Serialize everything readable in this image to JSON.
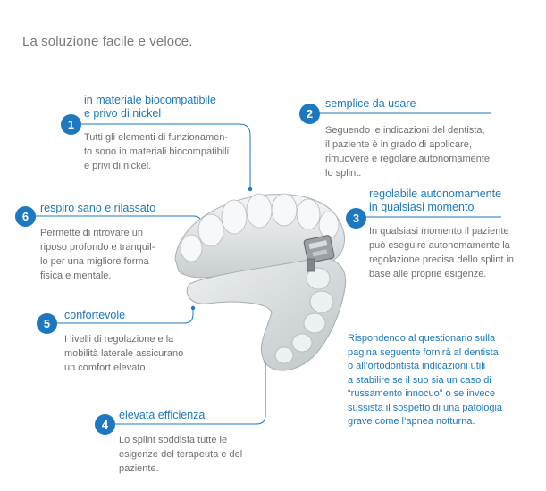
{
  "title": "La soluzione facile e veloce.",
  "accent_color": "#1d78bf",
  "features": [
    {
      "number": "1",
      "heading_lines": [
        "in materiale biocompatibile",
        "e privo di nickel"
      ],
      "description_lines": [
        "Tutti gli elementi di funzionamen-",
        "to sono in materiali biocompatibili",
        "e privi di nickel."
      ]
    },
    {
      "number": "2",
      "heading_lines": [
        "semplice da usare"
      ],
      "description_lines": [
        "Seguendo le indicazioni del dentista,",
        "il paziente è in grado di applicare,",
        "rimuovere e regolare autonomamente",
        "lo splint."
      ]
    },
    {
      "number": "3",
      "heading_lines": [
        "regolabile autonomamente",
        "in qualsiasi momento"
      ],
      "description_lines": [
        "In qualsiasi momento il paziente",
        "può eseguire autonomamente la",
        "regolazione precisa dello splint in",
        "base alle proprie esigenze."
      ]
    },
    {
      "number": "4",
      "heading_lines": [
        "elevata efficienza"
      ],
      "description_lines": [
        "Lo splint soddisfa tutte le",
        "esigenze del terapeuta e del",
        "paziente."
      ]
    },
    {
      "number": "5",
      "heading_lines": [
        "confortevole"
      ],
      "description_lines": [
        "I livelli di regolazione e la",
        "mobilità laterale assicurano",
        "un comfort elevato."
      ]
    },
    {
      "number": "6",
      "heading_lines": [
        "respiro sano e rilassato"
      ],
      "description_lines": [
        "Permette di ritrovare un",
        "riposo profondo e tranquil-",
        "lo per una migliore forma",
        "fisica e mentale."
      ]
    }
  ],
  "note_lines": [
    "Rispondendo al questionario sulla",
    "pagina seguente fornirà al dentista",
    "o all’ortodontista indicazioni utili",
    "a stabilire se il suo sia un caso di",
    "“russamento innocuo” o se invece",
    "sussista il sospetto di una patologia",
    "grave come l’apnea notturna."
  ]
}
